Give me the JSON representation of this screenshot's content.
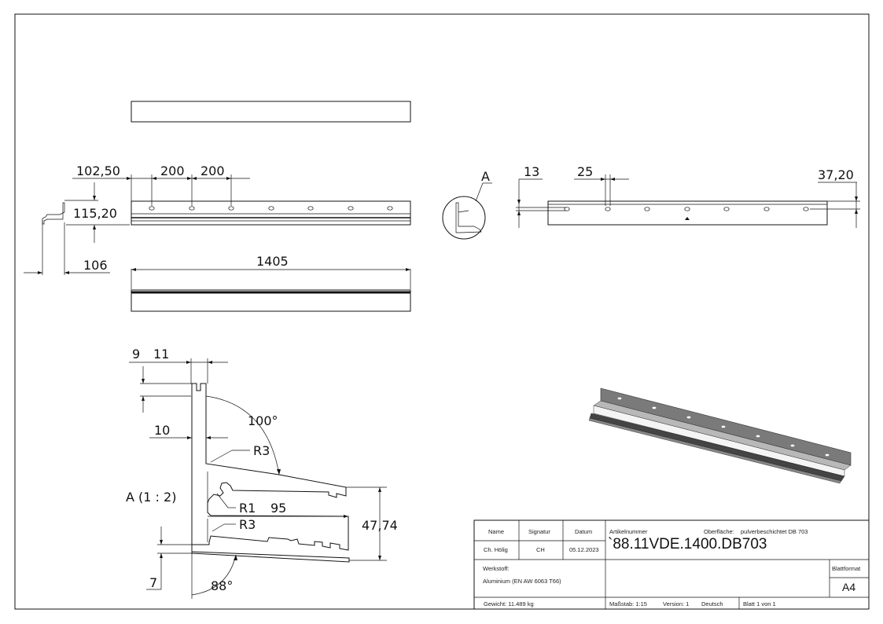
{
  "drawing": {
    "top_view_dims": {
      "offset": "102,50",
      "pitch_1": "200",
      "pitch_2": "200",
      "height": "115,20",
      "depth": "106",
      "length": "1405"
    },
    "side_view_dims": {
      "offset": "13",
      "hole": "25",
      "right": "37,20"
    },
    "detail_label": "A",
    "section_label": "A (1 : 2)",
    "section_dims": {
      "d9": "9",
      "d11": "11",
      "d10": "10",
      "angle_top": "100°",
      "r3_top": "R3",
      "r1": "R1",
      "d95": "95",
      "r3_bottom": "R3",
      "d47": "47,74",
      "d7": "7",
      "angle_bottom": "88°"
    }
  },
  "title_block": {
    "name_label": "Name",
    "signature_label": "Signatur",
    "date_label": "Datum",
    "name_value": "Ch. Hölig",
    "signature_value": "CH",
    "date_value": "05.12.2023",
    "article_label": "Artikelnummer",
    "surface_label": "Oberfläche:",
    "surface_value": "pulverbeschichtet DB 703",
    "article_number": "`88.11VDE.1400.DB703",
    "material_label": "Werkstoff:",
    "material_value": "Aluminium (EN AW 6063 T66)",
    "format_label": "Blattformat",
    "format_value": "A4",
    "weight": "Gewicht: 11.489 kg",
    "scale": "Maßstab: 1:15",
    "version": "Version: 1",
    "language": "Deutsch",
    "sheet": "Blatt 1 von 1"
  }
}
